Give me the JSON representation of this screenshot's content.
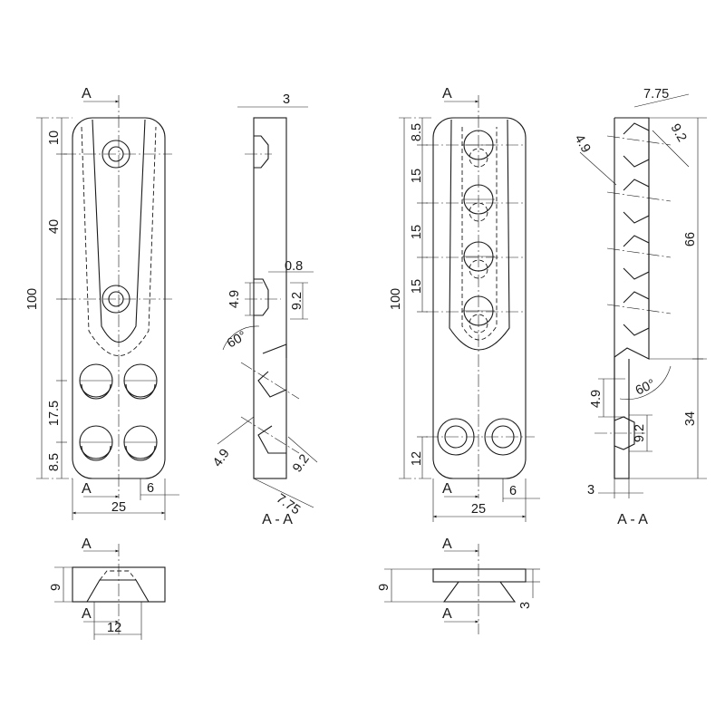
{
  "left_part": {
    "front": {
      "section_marker": "A",
      "dims": {
        "d10": "10",
        "d40": "40",
        "d100": "100",
        "d17_5": "17.5",
        "d8_5": "8.5",
        "d25": "25",
        "d6": "6"
      }
    },
    "section": {
      "title": "A - A",
      "dims": {
        "d3": "3",
        "d0_8": "0.8",
        "d4_9a": "4.9",
        "d9_2a": "9.2",
        "d60": "60°",
        "d4_9b": "4.9",
        "d9_2b": "9.2",
        "d7_75": "7.75"
      }
    },
    "bottom": {
      "section_marker": "A",
      "dims": {
        "d9": "9",
        "d12": "12"
      }
    }
  },
  "right_part": {
    "front": {
      "section_marker": "A",
      "dims": {
        "d8_5": "8.5",
        "d15a": "15",
        "d15b": "15",
        "d15c": "15",
        "d100": "100",
        "d12": "12",
        "d25": "25",
        "d6": "6"
      }
    },
    "section": {
      "title": "A - A",
      "dims": {
        "d7_75": "7.75",
        "d4_9a": "4.9",
        "d9_2a": "9.2",
        "d66": "66",
        "d60": "60°",
        "d4_9b": "4.9",
        "d9_2b": "9.2",
        "d34": "34",
        "d3": "3"
      }
    },
    "bottom": {
      "section_marker": "A",
      "dims": {
        "d9": "9",
        "d3": "3"
      }
    }
  }
}
